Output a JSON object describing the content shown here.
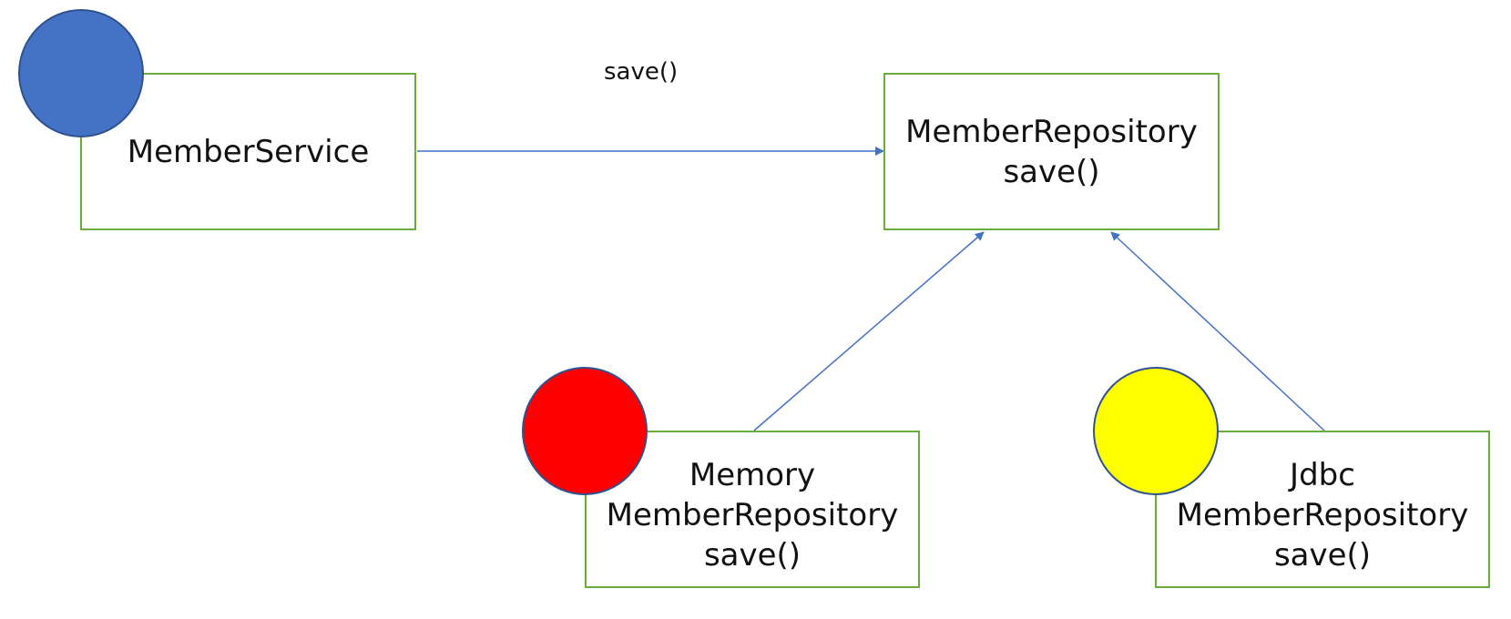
{
  "nodes": {
    "member_service": {
      "lines": [
        "MemberService"
      ]
    },
    "member_repository": {
      "lines": [
        "MemberRepository",
        "save()"
      ]
    },
    "memory_repository": {
      "lines": [
        "Memory",
        "MemberRepository",
        "save()"
      ]
    },
    "jdbc_repository": {
      "lines": [
        "Jdbc",
        "MemberRepository",
        "save()"
      ]
    }
  },
  "edges": {
    "service_to_repository_label": "save()"
  },
  "colors": {
    "box_border": "#6aad3d",
    "arrow": "#4472c4",
    "circle_service": "#4472c4",
    "circle_memory": "#ff0000",
    "circle_jdbc": "#ffff00",
    "circle_border": "#2f528f"
  }
}
